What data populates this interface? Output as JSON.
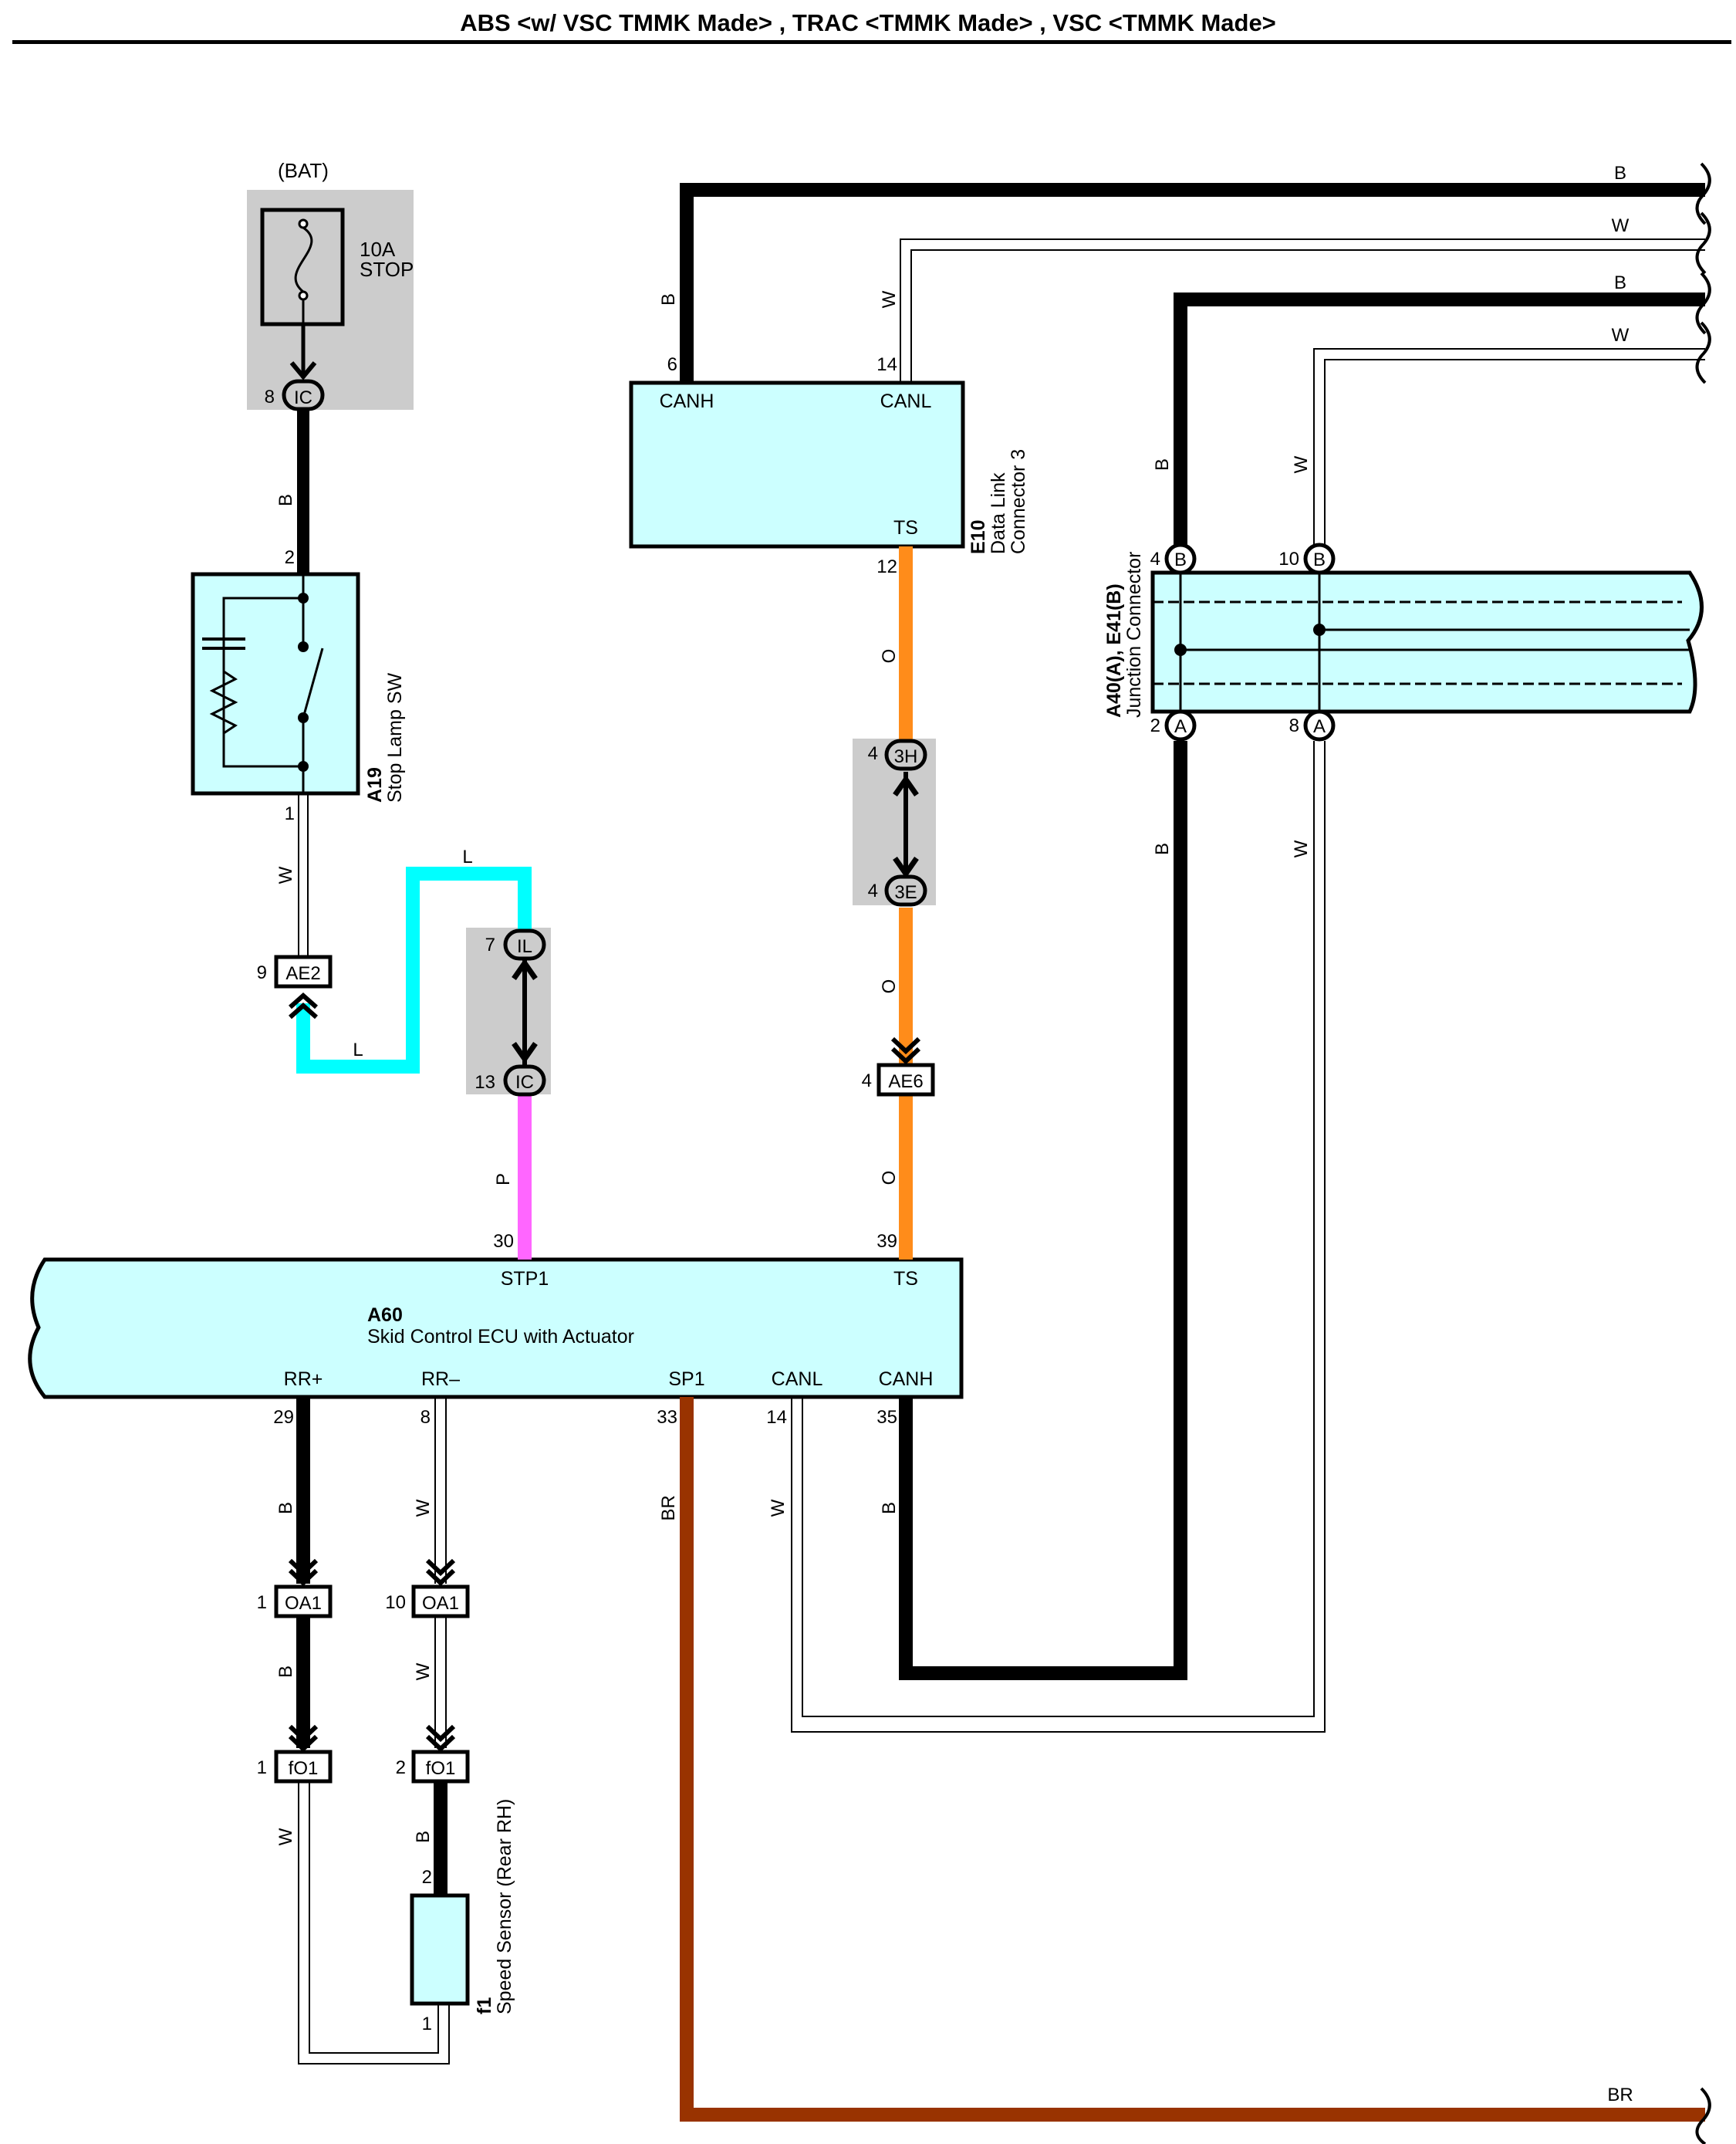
{
  "title": "ABS <w/ VSC TMMK Made> , TRAC <TMMK Made> , VSC <TMMK Made>",
  "colors": {
    "B": "#000000",
    "W": "#ffffff",
    "L": "#00ffff",
    "P": "#ff66ff",
    "O": "#ff8c1a",
    "BR": "#993300",
    "component_fill": "#ccffff",
    "connector_shade": "#cccccc"
  },
  "components": {
    "fuse": {
      "source": "(BAT)",
      "rating": "10A",
      "name": "STOP"
    },
    "stop_lamp_sw": {
      "code": "A19",
      "name": "Stop Lamp SW"
    },
    "dlc3": {
      "code": "E10",
      "name_line1": "Data Link",
      "name_line2": "Connector 3",
      "pin_canh": "CANH",
      "pin_canl": "CANL",
      "pin_ts": "TS"
    },
    "junction": {
      "code": "A40(A), E41(B)",
      "name": "Junction Connector",
      "pin_b_label": "B",
      "pin_a_label": "A"
    },
    "ecu": {
      "code": "A60",
      "name": "Skid Control ECU with Actuator",
      "pin_stp1": "STP1",
      "pin_ts": "TS",
      "pin_rrp": "RR+",
      "pin_rrm": "RR–",
      "pin_sp1": "SP1",
      "pin_canl": "CANL",
      "pin_canh": "CANH"
    },
    "speed_sensor": {
      "code": "f1",
      "name": "Speed Sensor (Rear RH)"
    }
  },
  "connectors": {
    "ic_top": "IC",
    "il": "IL",
    "ic_bot": "IC",
    "ae2": "AE2",
    "h3": "3H",
    "e3": "3E",
    "ae6": "AE6",
    "oa1_a": "OA1",
    "oa1_b": "OA1",
    "fo1_a": "fO1",
    "fo1_b": "fO1"
  },
  "pins": {
    "ic_top": "8",
    "sw_in": "2",
    "sw_out": "1",
    "ae2": "9",
    "il": "7",
    "ic_bot": "13",
    "dlc_canh": "6",
    "dlc_canl": "14",
    "dlc_ts": "12",
    "h3": "4",
    "e3": "4",
    "ae6": "4",
    "jc_b_left": "4",
    "jc_b_right": "10",
    "jc_a_left": "2",
    "jc_a_right": "8",
    "ecu_stp1": "30",
    "ecu_ts": "39",
    "ecu_rrp": "29",
    "ecu_rrm": "8",
    "ecu_sp1": "33",
    "ecu_canl": "14",
    "ecu_canh": "35",
    "oa1_a": "1",
    "oa1_b": "10",
    "fo1_a": "1",
    "fo1_b": "2",
    "sensor_top": "2",
    "sensor_bot": "1"
  },
  "wire_labels": {
    "B": "B",
    "W": "W",
    "L": "L",
    "P": "P",
    "O": "O",
    "BR": "BR"
  }
}
